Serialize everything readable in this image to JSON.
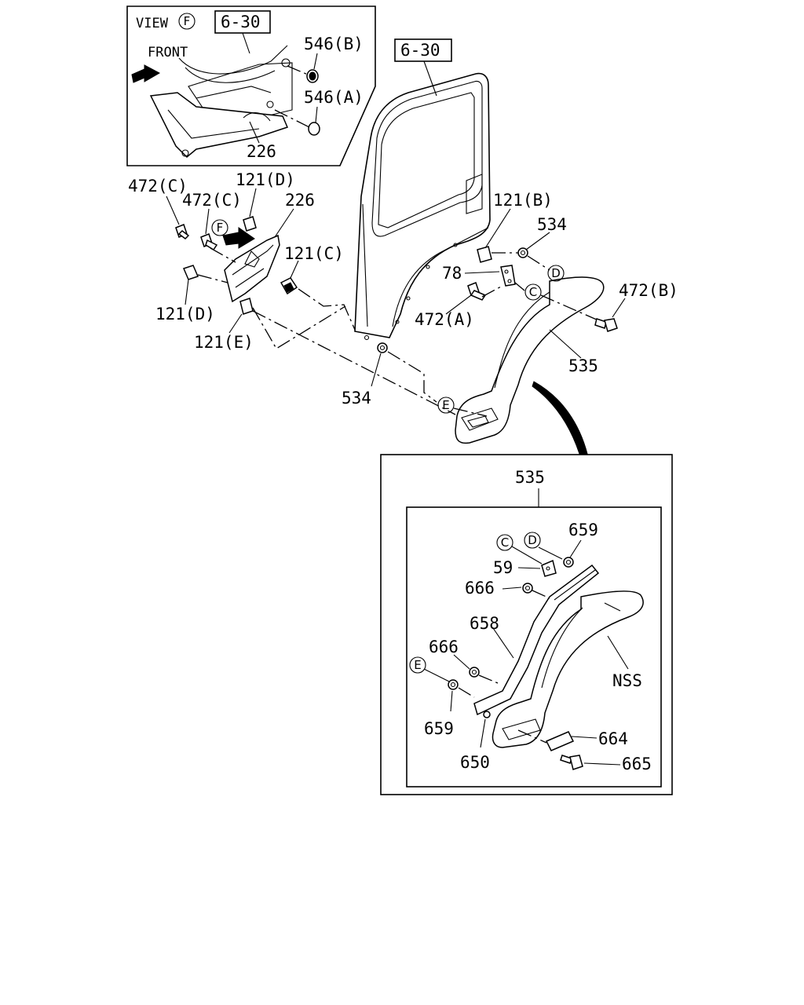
{
  "view_label": "VIEW",
  "view_ref": "F",
  "front_label": "FRONT",
  "ref_boxes": {
    "inset_ref": "6-30",
    "main_ref": "6-30"
  },
  "callouts": {
    "p546b": "546(B)",
    "p546a": "546(A)",
    "p226_inset": "226",
    "p472c_1": "472(C)",
    "p472c_2": "472(C)",
    "p121d_top": "121(D)",
    "p226": "226",
    "p121c": "121(C)",
    "p121d_low": "121(D)",
    "p121e": "121(E)",
    "p121b": "121(B)",
    "p534_top": "534",
    "p78": "78",
    "p472b": "472(B)",
    "p472a": "472(A)",
    "p535": "535",
    "p534_low": "534",
    "detail_535": "535",
    "p659_top": "659",
    "p59": "59",
    "p666_top": "666",
    "p658": "658",
    "p666_low": "666",
    "p659_low": "659",
    "p650": "650",
    "nss": "NSS",
    "p664": "664",
    "p665": "665"
  },
  "circle_refs": {
    "f_main": "F",
    "d_main": "D",
    "c_main": "C",
    "e_main": "E",
    "c_detail": "C",
    "d_detail": "D",
    "e_detail": "E"
  }
}
